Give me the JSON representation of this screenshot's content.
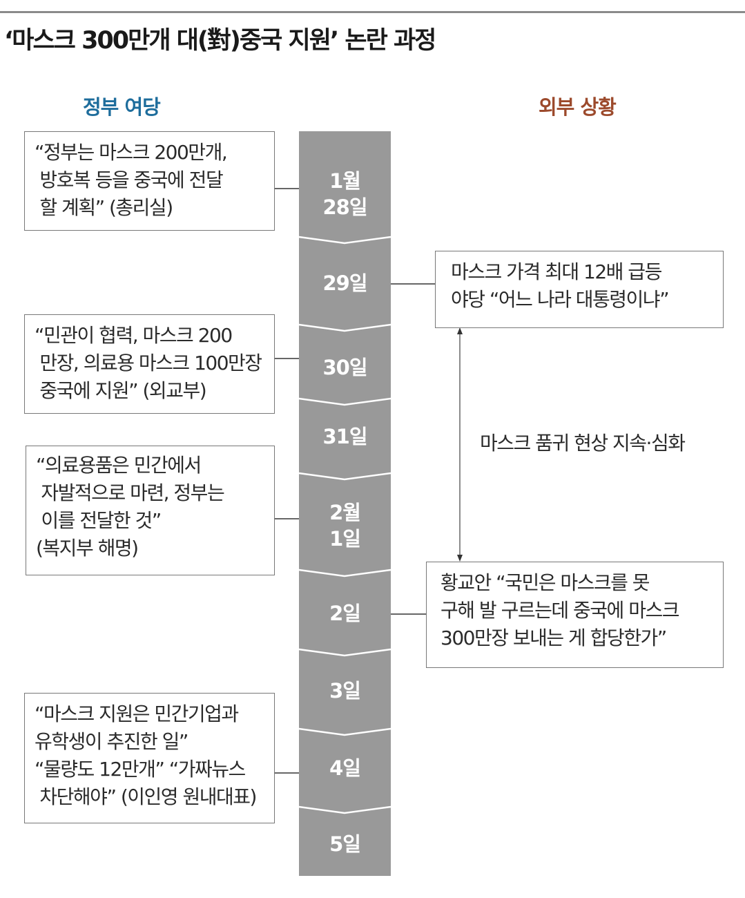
{
  "title": "‘마스크 300만개 대(對)중국 지원’ 논란 과정",
  "columns": {
    "left": "정부 여당",
    "right": "외부 상황"
  },
  "colors": {
    "left_header": "#1e6d9c",
    "right_header": "#9c4a2c",
    "timeline": "#999999"
  },
  "timeline": [
    "1월\n28일",
    "29일",
    "30일",
    "31일",
    "2월\n1일",
    "2일",
    "3일",
    "4일",
    "5일"
  ],
  "government": [
    "“정부는 마스크 200만개,\n 방호복 등을 중국에 전달\n 할 계획” (총리실)",
    "“민관이 협력, 마스크 200\n 만장, 의료용 마스크 100만장\n 중국에 지원” (외교부)",
    "“의료용품은 민간에서\n 자발적으로 마련, 정부는\n 이를 전달한 것”\n(복지부 해명)",
    "“마스크 지원은 민간기업과\n유학생이 추진한 일”\n“물량도 12만개” “가짜뉴스\n 차단해야” (이인영 원내대표)"
  ],
  "external": [
    "마스크 가격 최대 12배 급등\n야당 “어느 나라 대통령이냐”",
    "황교안 “국민은 마스크를 못\n구해 발 구르는데 중국에 마스크\n300만장 보내는 게 합당한가”"
  ],
  "ongoing_note": "마스크 품귀 현상 지속·심화"
}
